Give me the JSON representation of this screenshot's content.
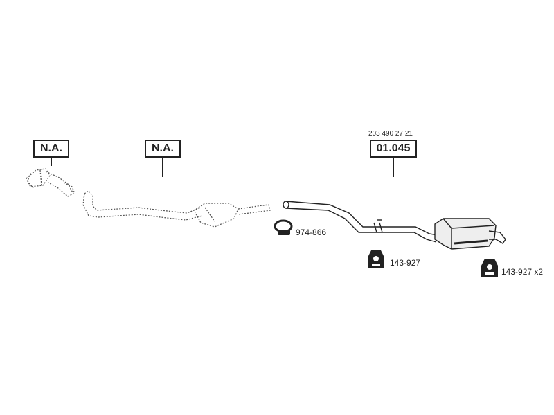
{
  "callouts": {
    "na_left": "N.A.",
    "na_center": "N.A.",
    "main_part": "01.045",
    "main_oem": "203 490 27 21"
  },
  "parts": {
    "clamp": "974-866",
    "hanger_center": "143-927",
    "hanger_right": "143-927 x2"
  }
}
